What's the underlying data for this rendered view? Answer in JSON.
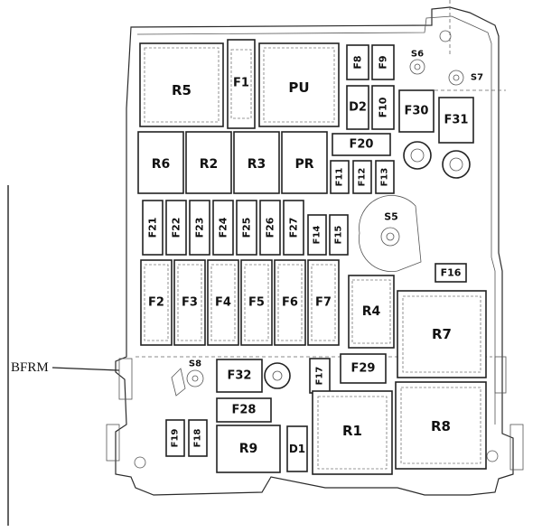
{
  "side_label": "BFRM",
  "labels": {
    "R5": "R5",
    "F1": "F1",
    "PU": "PU",
    "F8": "F8",
    "F9": "F9",
    "S6": "S6",
    "S7": "S7",
    "D2": "D2",
    "F10": "F10",
    "F30": "F30",
    "F31": "F31",
    "R6": "R6",
    "R2": "R2",
    "R3": "R3",
    "PR": "PR",
    "F20": "F20",
    "F11": "F11",
    "F12": "F12",
    "F13": "F13",
    "F21": "F21",
    "F22": "F22",
    "F23": "F23",
    "F24": "F24",
    "F25": "F25",
    "F26": "F26",
    "F27": "F27",
    "F14": "F14",
    "F15": "F15",
    "S5": "S5",
    "F16": "F16",
    "F2": "F2",
    "F3": "F3",
    "F4": "F4",
    "F5": "F5",
    "F6": "F6",
    "F7": "F7",
    "R4": "R4",
    "R7": "R7",
    "S8": "S8",
    "F32": "F32",
    "F17": "F17",
    "F29": "F29",
    "F28": "F28",
    "R1": "R1",
    "R8": "R8",
    "F19": "F19",
    "F18": "F18",
    "R9": "R9",
    "D1": "D1"
  }
}
